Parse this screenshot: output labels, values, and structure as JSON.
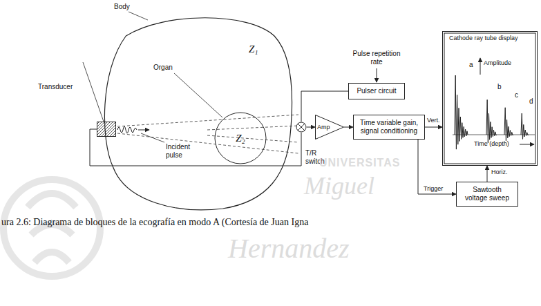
{
  "diagram": {
    "caption": "ura 2.6: Diagrama de bloques de la ecografía en modo A (Cortesía de Juan Igna",
    "nodes": [
      {
        "text": [
          "Body",
          "Z₁"
        ]
      },
      {
        "text": [
          "Organ",
          "Z₂"
        ],
        "in": 0
      },
      {
        "text": [
          "Transducer"
        ]
      },
      {
        "text": [
          "Pulser circuit"
        ]
      },
      {
        "text": [
          "T/R switch"
        ]
      },
      {
        "text": [
          "Amp"
        ]
      },
      {
        "text": [
          "Time variable gain, signal conditioning"
        ]
      },
      {
        "text": [
          "Cathode ray tube display"
        ]
      },
      {
        "text": [
          "Sawtooth voltage sweep"
        ]
      }
    ],
    "edges": [
      {
        "from": 2,
        "to": 4,
        "arrow": "none"
      },
      {
        "from": 3,
        "to": 4,
        "arrow": "none"
      },
      {
        "from": 4,
        "to": 5,
        "arrow": "to"
      },
      {
        "from": 5,
        "to": 6,
        "arrow": "to"
      },
      {
        "from": 6,
        "to": 7,
        "label": "Vert.",
        "arrow": "to"
      },
      {
        "from": 6,
        "to": 8,
        "label": "Trigger",
        "arrow": "to"
      },
      {
        "from": 8,
        "to": 7,
        "label": "Horiz.",
        "arrow": "to"
      }
    ],
    "labels": [
      "Pulse repetition rate",
      "Incident pulse",
      "Amplitude",
      "a",
      "b",
      "c",
      "d",
      "Time (depth)",
      "UNIVERSITAS",
      "Miguel",
      "Hernandez"
    ]
  }
}
